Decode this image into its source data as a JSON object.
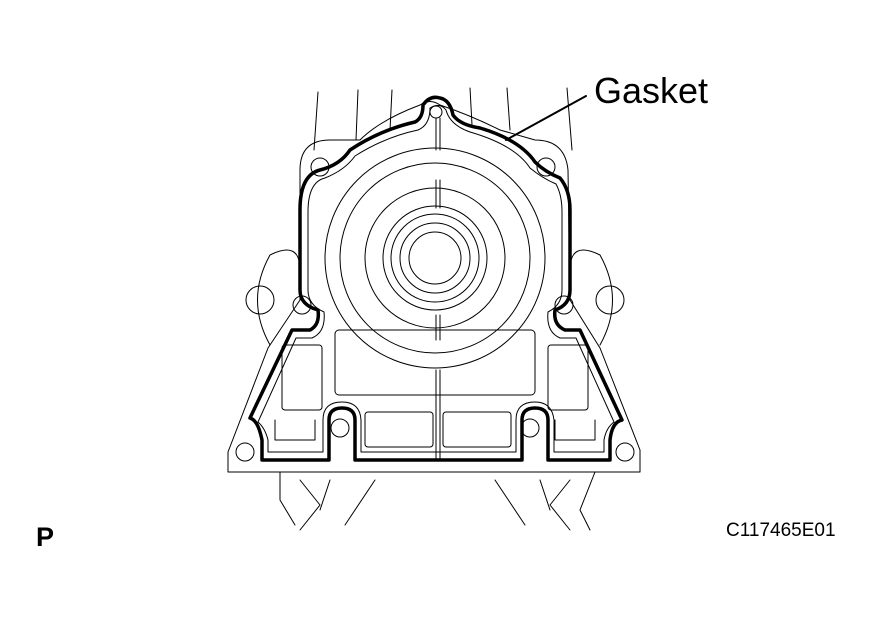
{
  "diagram": {
    "callouts": [
      {
        "label": "Gasket",
        "target": "gasket-outline"
      }
    ],
    "view_letter": "P",
    "figure_id": "C117465E01",
    "colors": {
      "line": "#000000",
      "background": "#ffffff"
    }
  }
}
